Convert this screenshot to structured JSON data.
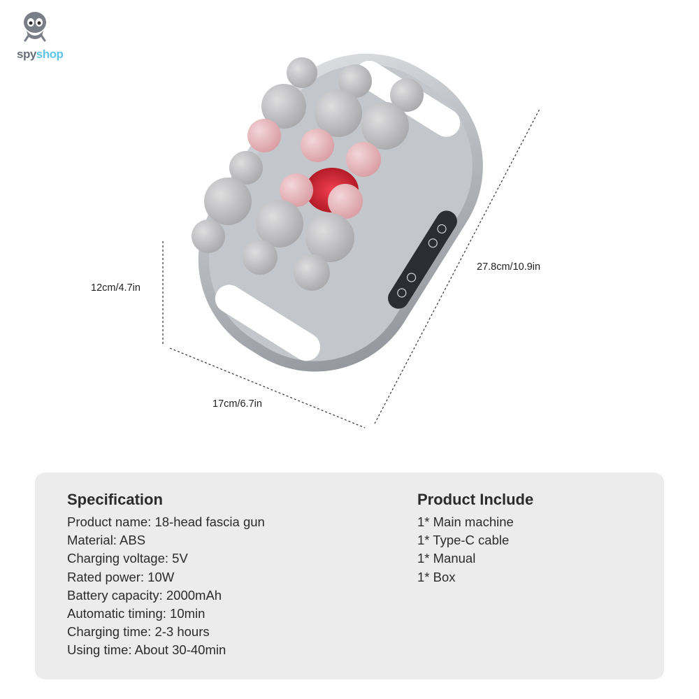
{
  "brand": {
    "name_part1": "spy",
    "name_part2": "shop",
    "colors": {
      "gray": "#6b6f78",
      "blue": "#5ec4e8"
    }
  },
  "product_image": {
    "icon": "foot-massager-image",
    "body_color": "#b9bcc1",
    "ball_color": "#c9c9cb",
    "light_color": "#d9263a"
  },
  "dimensions": {
    "height_label": "12cm/4.7in",
    "width_label": "17cm/6.7in",
    "length_label": "27.8cm/10.9in"
  },
  "specification": {
    "title": "Specification",
    "items": [
      "Product name: 18-head fascia gun",
      "Material: ABS",
      "Charging voltage: 5V",
      "Rated power: 10W",
      "Battery capacity: 2000mAh",
      "Automatic timing: 10min",
      "Charging time: 2-3 hours",
      "Using time: About 30-40min"
    ]
  },
  "product_include": {
    "title": "Product Include",
    "items": [
      "1* Main machine",
      "1* Type-C cable",
      "1* Manual",
      "1* Box"
    ]
  },
  "panel_color": "#ececed"
}
